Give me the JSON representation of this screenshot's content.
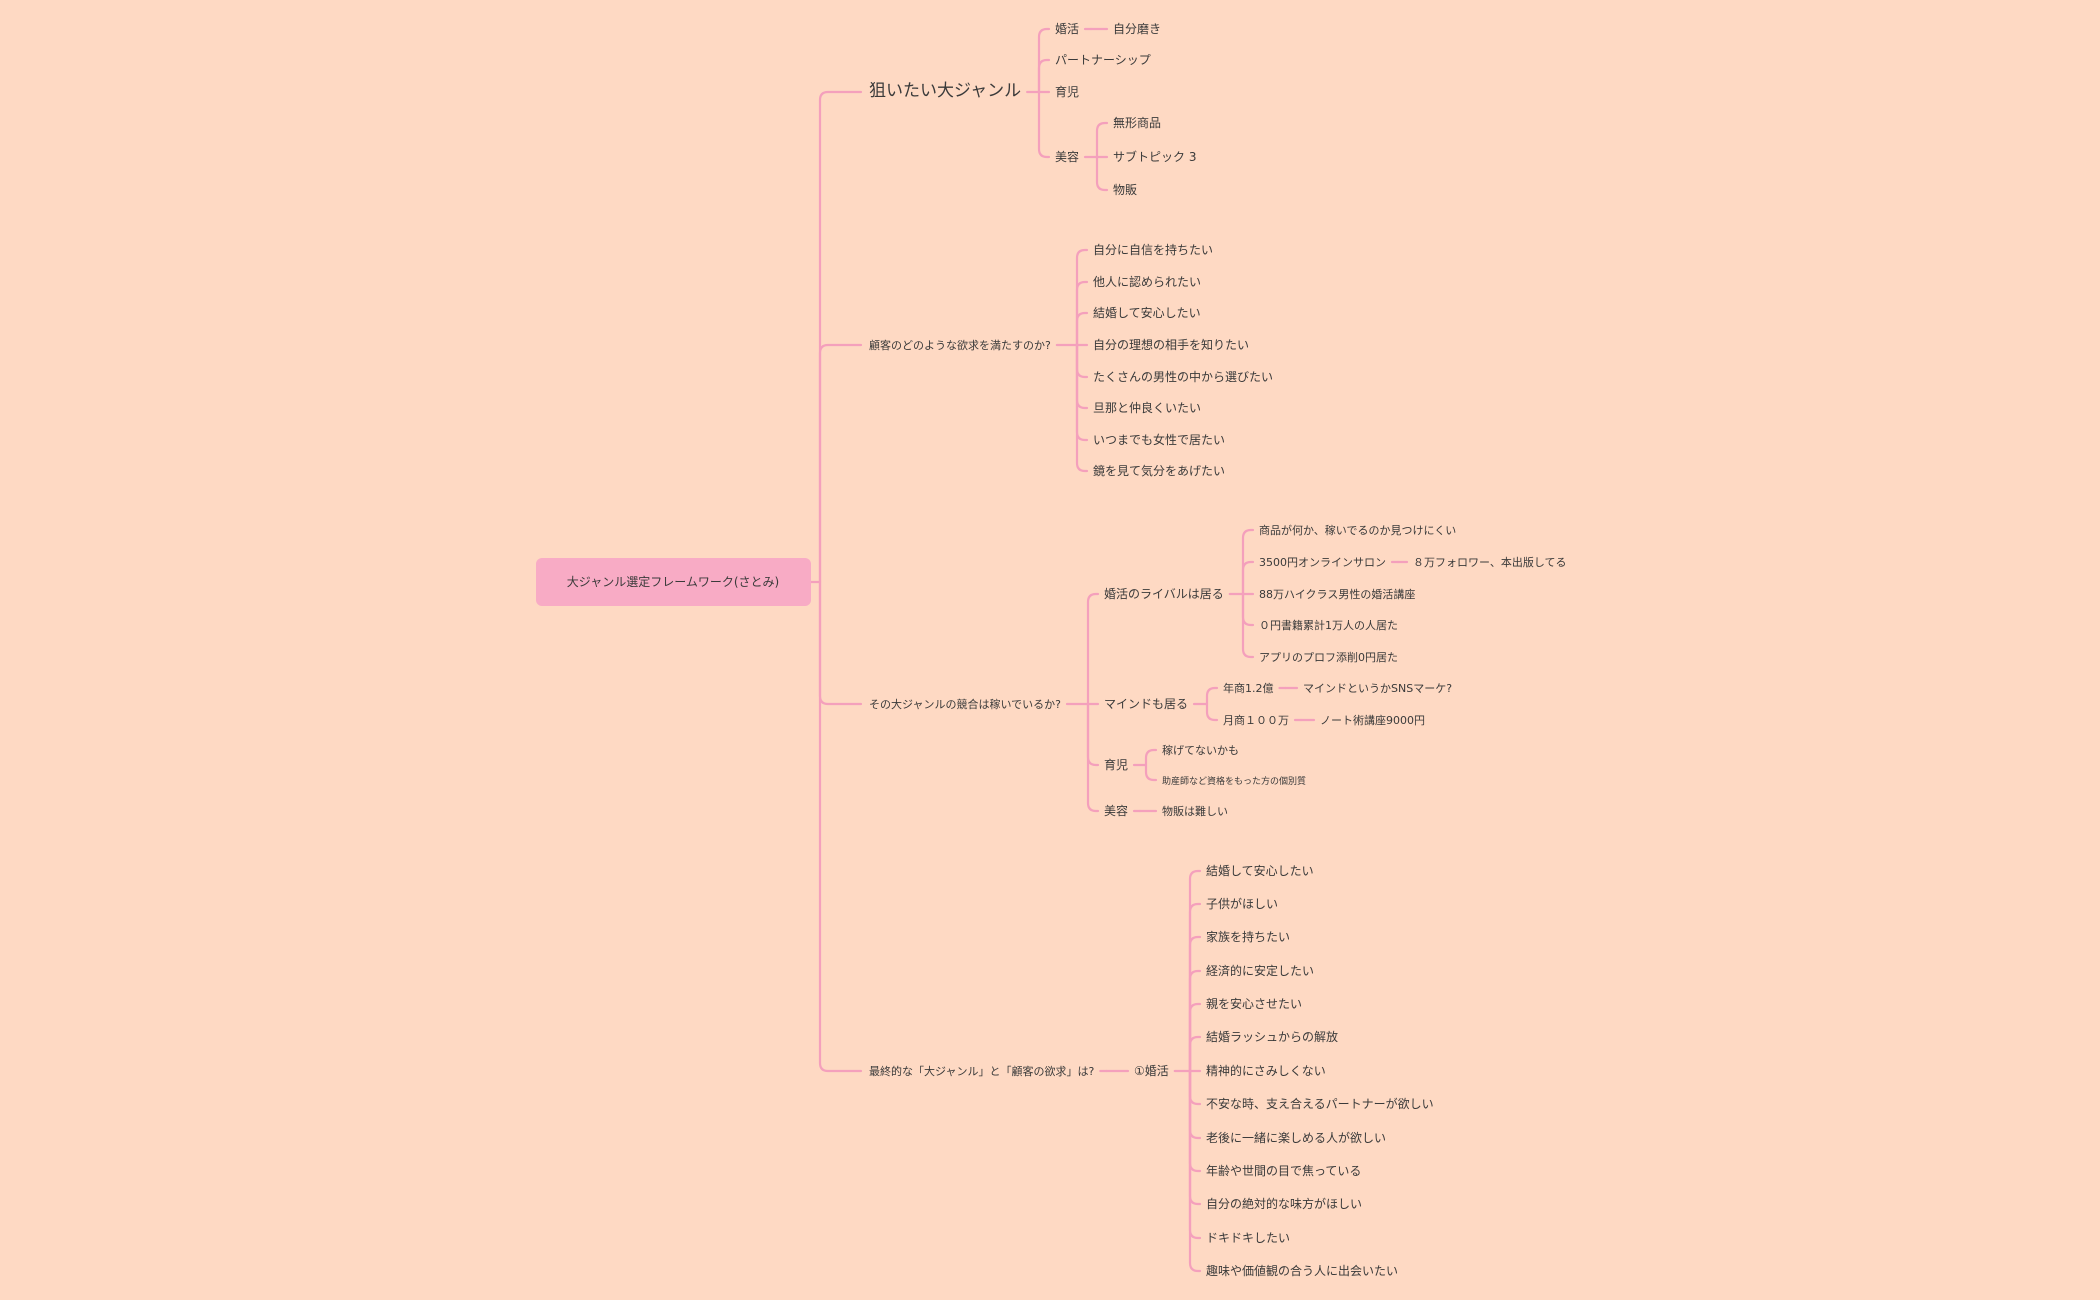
{
  "root": "大ジャンル選定フレームワーク(さとみ)",
  "colors": {
    "background": "#fed9c3",
    "line": "#f4a0bc",
    "root_fill": "#f8abc5",
    "text": "#3a3a3a"
  },
  "branches": [
    {
      "label": "狙いたい大ジャンル",
      "children": [
        {
          "label": "婚活",
          "children": [
            {
              "label": "自分磨き"
            }
          ]
        },
        {
          "label": "パートナーシップ"
        },
        {
          "label": "育児"
        },
        {
          "label": "美容",
          "children": [
            {
              "label": "無形商品"
            },
            {
              "label": "サブトピック 3"
            },
            {
              "label": "物販"
            }
          ]
        }
      ]
    },
    {
      "label": "顧客のどのような欲求を満たすのか?",
      "children": [
        {
          "label": "自分に自信を持ちたい"
        },
        {
          "label": "他人に認められたい"
        },
        {
          "label": "結婚して安心したい"
        },
        {
          "label": "自分の理想の相手を知りたい"
        },
        {
          "label": "たくさんの男性の中から選びたい"
        },
        {
          "label": "旦那と仲良くいたい"
        },
        {
          "label": "いつまでも女性で居たい"
        },
        {
          "label": "鏡を見て気分をあげたい"
        }
      ]
    },
    {
      "label": "その大ジャンルの競合は稼いでいるか?",
      "children": [
        {
          "label": "婚活のライバルは居る",
          "children": [
            {
              "label": "商品が何か、稼いでるのか見つけにくい"
            },
            {
              "label": "3500円オンラインサロン",
              "children": [
                {
                  "label": "８万フォロワー、本出版してる"
                }
              ]
            },
            {
              "label": "88万ハイクラス男性の婚活講座"
            },
            {
              "label": "０円書籍累計1万人の人居た"
            },
            {
              "label": "アプリのプロフ添削0円居た"
            }
          ]
        },
        {
          "label": "マインドも居る",
          "children": [
            {
              "label": "年商1.2億",
              "children": [
                {
                  "label": "マインドというかSNSマーケ?"
                }
              ]
            },
            {
              "label": "月商１００万",
              "children": [
                {
                  "label": "ノート術講座9000円"
                }
              ]
            }
          ]
        },
        {
          "label": "育児",
          "children": [
            {
              "label": "稼げてないかも"
            },
            {
              "label": "助産師など資格をもった方の個別質"
            }
          ]
        },
        {
          "label": "美容",
          "children": [
            {
              "label": "物販は難しい"
            }
          ]
        }
      ]
    },
    {
      "label": "最終的な「大ジャンル」と「顧客の欲求」は?",
      "children": [
        {
          "label": "①婚活",
          "children": [
            {
              "label": "結婚して安心したい"
            },
            {
              "label": "子供がほしい"
            },
            {
              "label": "家族を持ちたい"
            },
            {
              "label": "経済的に安定したい"
            },
            {
              "label": "親を安心させたい"
            },
            {
              "label": "結婚ラッシュからの解放"
            },
            {
              "label": "精神的にさみしくない"
            },
            {
              "label": "不安な時、支え合えるパートナーが欲しい"
            },
            {
              "label": "老後に一緒に楽しめる人が欲しい"
            },
            {
              "label": "年齢や世間の目で焦っている"
            },
            {
              "label": "自分の絶対的な味方がほしい"
            },
            {
              "label": "ドキドキしたい"
            },
            {
              "label": "趣味や価値観の合う人に出会いたい"
            }
          ]
        }
      ]
    }
  ]
}
